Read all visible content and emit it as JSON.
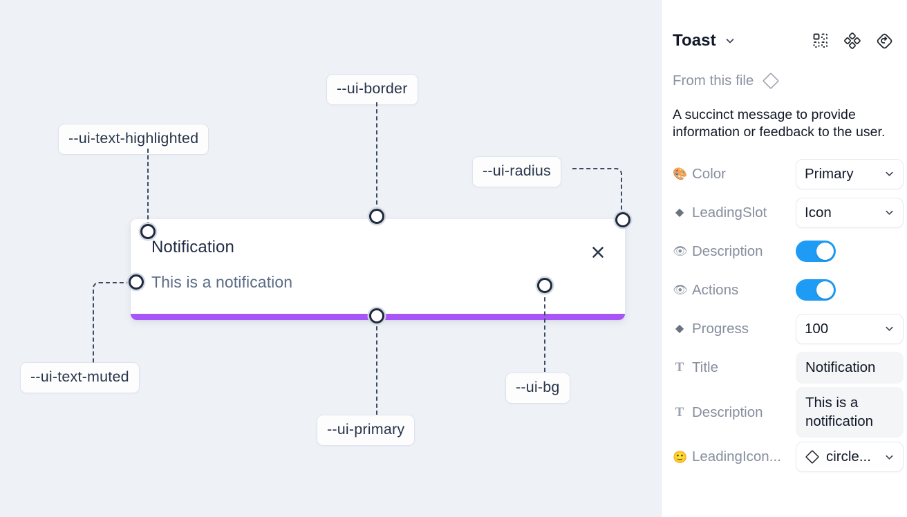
{
  "canvas": {
    "background_color": "#eef1f6",
    "toast": {
      "title": "Notification",
      "description": "This is a notification",
      "close_icon": "close-x-icon",
      "background_color": "#ffffff",
      "progress_color": "#a855f7",
      "progress_value": 100
    },
    "annotations": [
      {
        "id": "ui-border",
        "label": "--ui-border"
      },
      {
        "id": "ui-text-highlighted",
        "label": "--ui-text-highlighted"
      },
      {
        "id": "ui-radius",
        "label": "--ui-radius"
      },
      {
        "id": "ui-text-muted",
        "label": "--ui-text-muted"
      },
      {
        "id": "ui-bg",
        "label": "--ui-bg"
      },
      {
        "id": "ui-primary",
        "label": "--ui-primary"
      }
    ]
  },
  "panel": {
    "title": "Toast",
    "title_caret_icon": "chevron-down-icon",
    "header_icons": [
      {
        "name": "component-grid-icon"
      },
      {
        "name": "variants-diamond-dots-icon"
      },
      {
        "name": "reset-rotate-icon"
      }
    ],
    "from_this_file": {
      "label": "From this file",
      "icon": "diamond-outline-icon"
    },
    "description": "A succinct message to provide information or feedback to the user.",
    "properties": [
      {
        "icon": "palette-icon",
        "icon_glyph": "🎨",
        "label": "Color",
        "control": "select",
        "value": "Primary"
      },
      {
        "icon": "diamond-icon",
        "icon_glyph": "◆",
        "label": "LeadingSlot",
        "control": "select",
        "value": "Icon"
      },
      {
        "icon": "eye-icon",
        "icon_glyph": "👁",
        "label": "Description",
        "control": "toggle",
        "value": "on"
      },
      {
        "icon": "eye-icon",
        "icon_glyph": "👁",
        "label": "Actions",
        "control": "toggle",
        "value": "on"
      },
      {
        "icon": "diamond-icon",
        "icon_glyph": "◆",
        "label": "Progress",
        "control": "select",
        "value": "100"
      },
      {
        "icon": "text-icon",
        "icon_glyph": "T",
        "label": "Title",
        "control": "textbox",
        "value": "Notification"
      },
      {
        "icon": "text-icon",
        "icon_glyph": "T",
        "label": "Description",
        "control": "textbox",
        "value": "This is a notification"
      },
      {
        "icon": "emoji-smile-icon",
        "icon_glyph": "🙂",
        "label": "LeadingIcon...",
        "control": "icon-select",
        "value": "circle..."
      }
    ],
    "accent_color": "#1e9bf5"
  }
}
